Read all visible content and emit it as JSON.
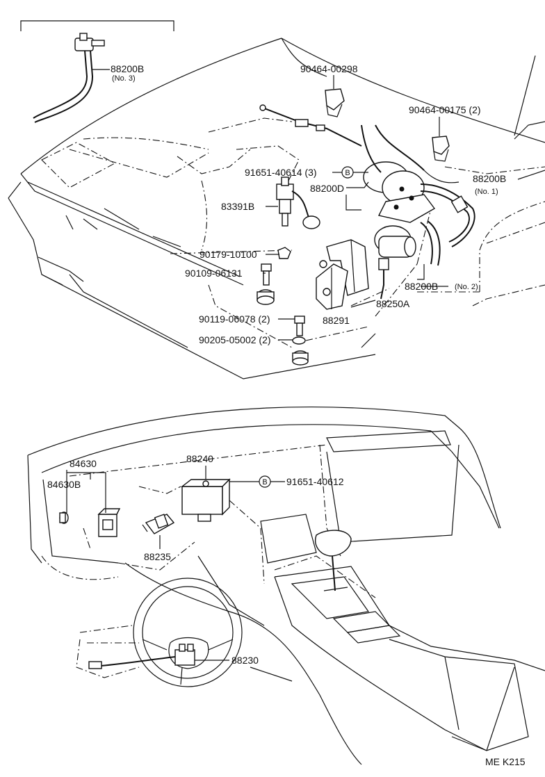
{
  "footer": {
    "code": "ME  K215"
  },
  "labels": {
    "p88200B_no3": "88200B",
    "p88200B_no3_sub": "(No. 3)",
    "p90464_00298": "90464-00298",
    "p90464_00175": "90464-00175 (2)",
    "p91651_40614": "91651-40614 (3)",
    "p88200B_no1": "88200B",
    "p88200B_no1_sub": "(No. 1)",
    "p88200D": "88200D",
    "p83391B": "83391B",
    "p90179_10100": "90179-10100",
    "p90109_06131": "90109-06131",
    "p88200B_no2": "88200B",
    "p88200B_no2_sub": "(No. 2)",
    "p88250A": "88250A",
    "p88291": "88291",
    "p90119_06078": "90119-06078 (2)",
    "p90205_05002": "90205-05002 (2)",
    "p84630": "84630",
    "p84630B": "84630B",
    "p88240": "88240",
    "p91651_40612": "91651-40612",
    "p88235": "88235",
    "p88230": "88230",
    "badge_b": "B"
  }
}
